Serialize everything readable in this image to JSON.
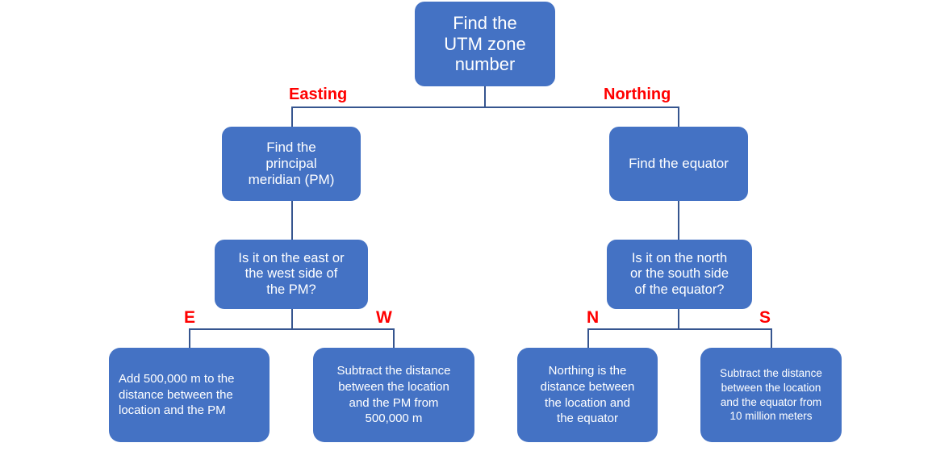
{
  "diagram": {
    "title": "UTM coordinate calculation flowchart",
    "colors": {
      "node_fill": "#4472C4",
      "node_text": "#FFFFFF",
      "branch_label": "#FF0000",
      "connector": "#36558F",
      "background": "#FFFFFF"
    },
    "nodes": {
      "root": "Find the\nUTM zone\nnumber",
      "pm": "Find the\nprincipal\nmeridian (PM)",
      "equator": "Find the equator",
      "question_east_west": "Is it on the east or\nthe west side of\nthe PM?",
      "question_north_south": "Is it on the north\nor the south side\nof the equator?",
      "leaf_east": "Add 500,000 m to the\ndistance between the\nlocation and the PM",
      "leaf_west": "Subtract the distance\nbetween the location\nand the PM from\n500,000 m",
      "leaf_north": "Northing is the\ndistance between\nthe location and\nthe equator",
      "leaf_south": "Subtract the distance\nbetween the location\nand the equator from\n10 million meters"
    },
    "branch_labels": {
      "easting": "Easting",
      "northing": "Northing",
      "east": "E",
      "west": "W",
      "north": "N",
      "south": "S"
    }
  }
}
